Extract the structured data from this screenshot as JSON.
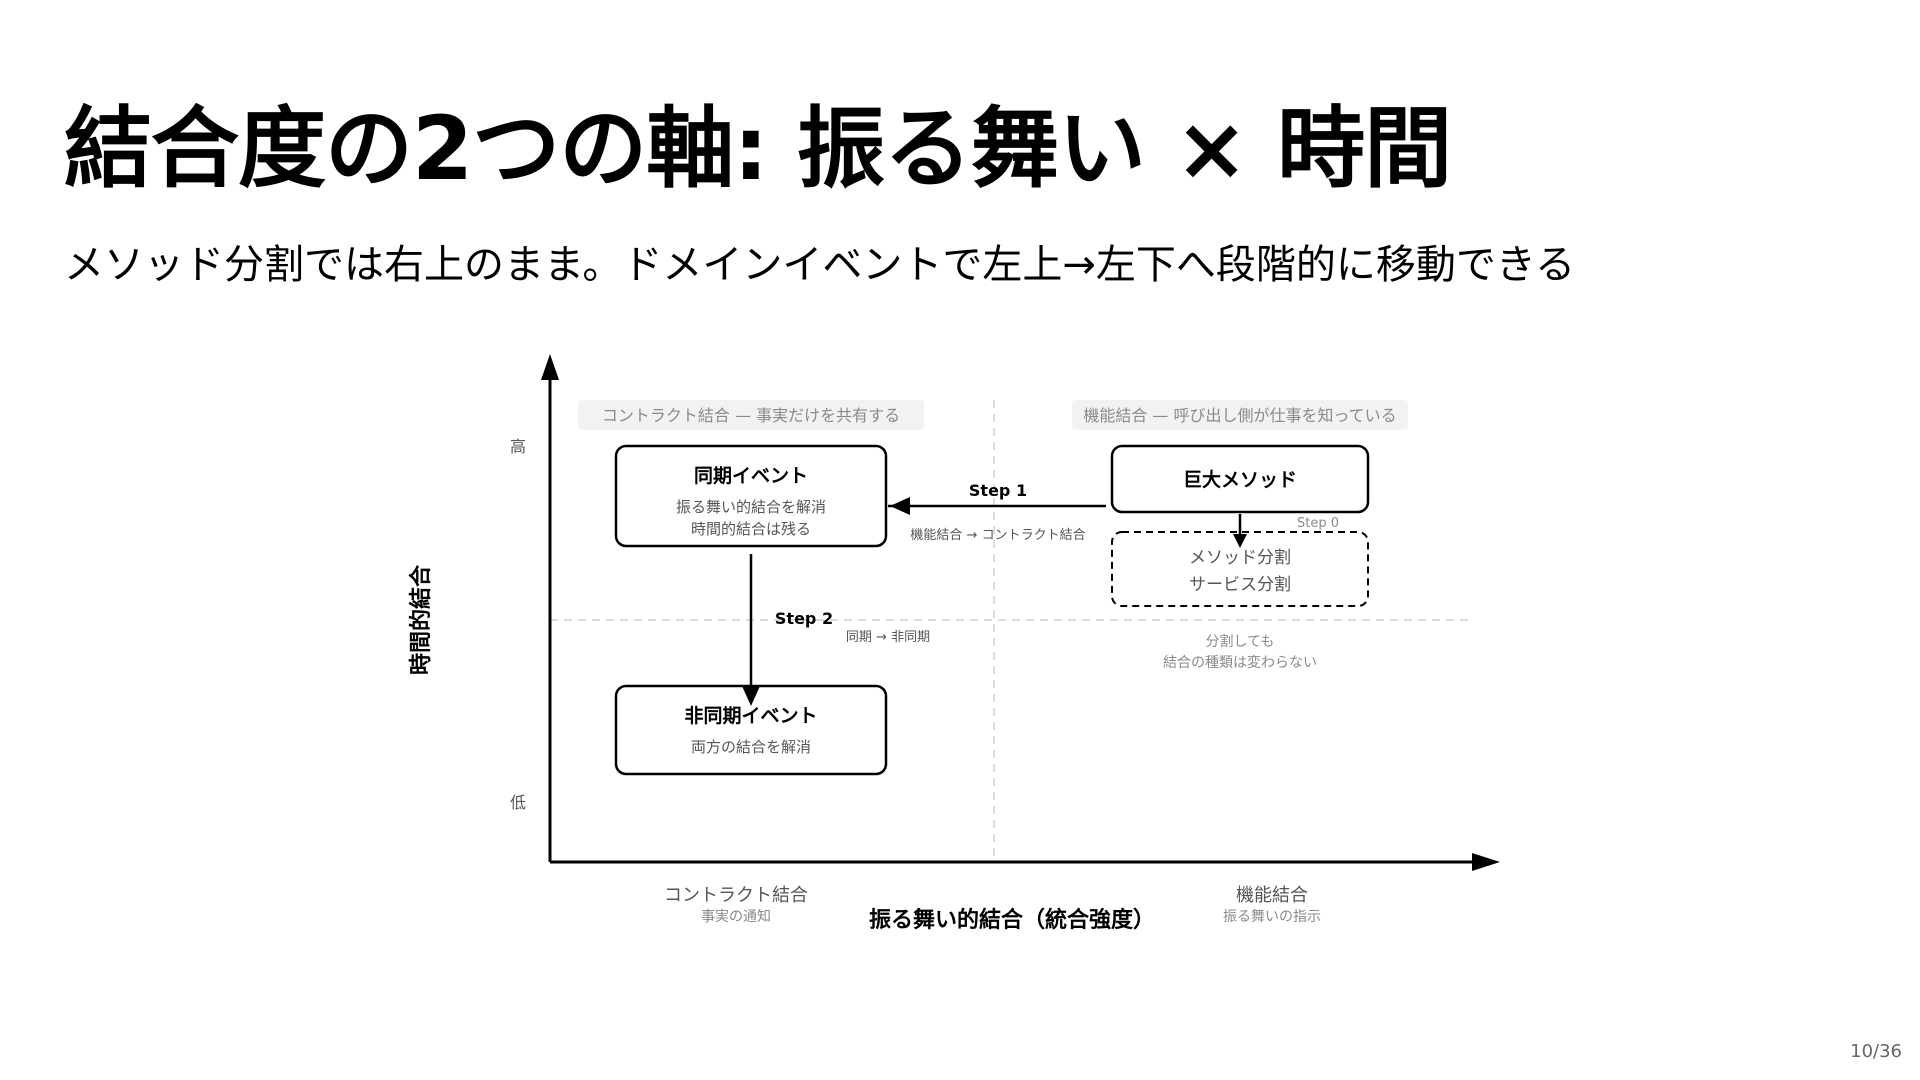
{
  "title": "結合度の2つの軸: 振る舞い × 時間",
  "subtitle": "メソッド分割では右上のまま。ドメインイベントで左上→左下へ段階的に移動できる",
  "page_number": "10/36",
  "diagram": {
    "y_axis_label": "時間的結合",
    "y_high": "高",
    "y_low": "低",
    "x_axis_label": "振る舞い的結合（統合強度）",
    "x_left_label": "コントラクト結合",
    "x_left_sub": "事実の通知",
    "x_right_label": "機能結合",
    "x_right_sub": "振る舞いの指示",
    "quadrant_left_top": "コントラクト結合 — 事実だけを共有する",
    "quadrant_right_top": "機能結合 — 呼び出し側が仕事を知っている",
    "box_sync": {
      "title": "同期イベント",
      "line1": "振る舞い的結合を解消",
      "line2": "時間的結合は残る"
    },
    "box_huge": {
      "title": "巨大メソッド"
    },
    "box_split": {
      "line1": "メソッド分割",
      "line2": "サービス分割"
    },
    "box_async": {
      "title": "非同期イベント",
      "line1": "両方の結合を解消"
    },
    "step0": "Step 0",
    "step1": "Step 1",
    "step1_sub": "機能結合 → コントラクト結合",
    "step2": "Step 2",
    "step2_sub": "同期 → 非同期",
    "split_note1": "分割しても",
    "split_note2": "結合の種類は変わらない"
  }
}
